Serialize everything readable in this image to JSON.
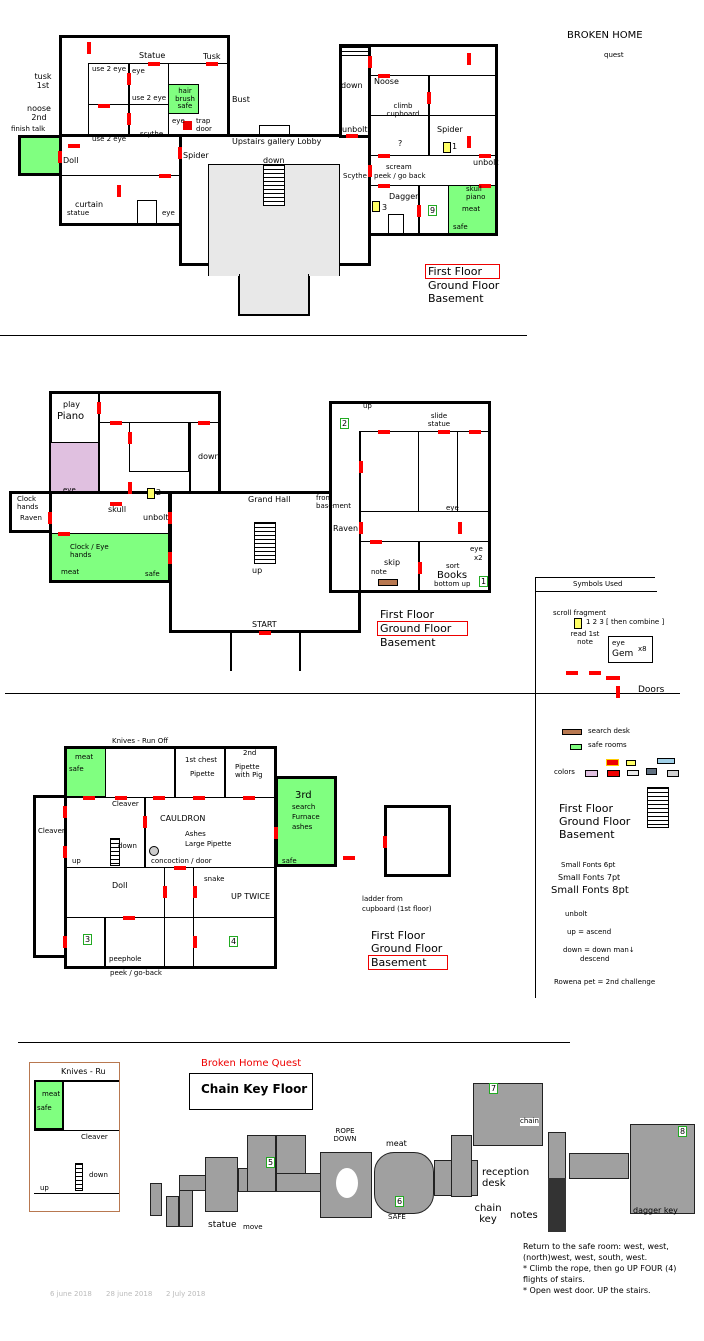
{
  "title": "BROKEN HOME",
  "subtitle": "quest",
  "floor_nav": {
    "first": "First Floor",
    "ground": "Ground Floor",
    "basement": "Basement"
  },
  "first": [
    "Statue",
    "Tusk",
    "use 2 eye",
    "eye",
    "use 2 eye",
    "use 2 eye",
    "scythe",
    "hair brush safe",
    "Bust",
    "eye",
    "trap door",
    "tusk 1st",
    "noose 2nd",
    "finish talk",
    "Doll",
    "Spider",
    "Upstairs  gallery  Lobby",
    "down",
    "curtain",
    "statue",
    "eye",
    "down",
    "Noose",
    "climb cupboard",
    "unbolt",
    "?",
    "Spider",
    "1",
    "unbolt",
    "scream",
    "peek / go back",
    "Scythe",
    "Dagger",
    "3",
    "9",
    "skull",
    "piano",
    "meat",
    "safe"
  ],
  "ground": [
    "play",
    "Piano",
    "down",
    "eye",
    "2",
    "Clock hands",
    "Raven",
    "skull",
    "unbolt",
    "Clock / Eye hands",
    "meat",
    "safe",
    "Grand Hall",
    "from basement",
    "up",
    "START",
    "up",
    "2",
    "slide statue",
    "eye",
    "Raven",
    "skip",
    "note",
    "eye",
    "x2",
    "sort",
    "Books",
    "bottom up",
    "1"
  ],
  "basement": [
    "Knives - Run Off",
    "meat",
    "safe",
    "1st chest",
    "Pipette",
    "2nd",
    "Pipette with Pig",
    "3rd",
    "search",
    "Furnace",
    "ashes",
    "safe",
    "Cleaver",
    "Cleaver",
    "CAULDRON",
    "Ashes",
    "Large Pipette",
    "down",
    "up",
    "concoction / door",
    "Doll",
    "snake",
    "UP  TWICE",
    "3",
    "4",
    "peephole",
    "peek / go-back",
    "ladder from",
    "cupboard  (1st floor)"
  ],
  "chain": {
    "quest_title": "Broken Home  Quest",
    "floor_title": "Chain Key Floor",
    "labels": [
      "Knives - Ru",
      "meat",
      "safe",
      "Cleaver",
      "down",
      "up",
      "statue",
      "move",
      "5",
      "ROPE DOWN",
      "meat",
      "6",
      "SAFE",
      "reception desk",
      "chain key",
      "notes",
      "7",
      "chain",
      "8",
      "dagger key"
    ],
    "notes": [
      "Return to the safe room: west, west, (north)west, west, south, west.",
      "* Climb the rope, then go UP FOUR (4) flights of stairs.",
      "* Open west door. UP the stairs."
    ],
    "dates": [
      "6  june  2018",
      "28 june 2018",
      "2 July 2018"
    ]
  },
  "legend": {
    "title": "Symbols  Used",
    "scroll": "scroll fragment",
    "scroll_nums": "1 2 3 [ then combine ]",
    "read": "read 1st note",
    "eye": "eye",
    "gem": "Gem",
    "x8": "x8",
    "doors": "Doors",
    "search": "search desk",
    "safe": "safe rooms",
    "colors": "colors",
    "f6": "Small Fonts 6pt",
    "f7": "Small Fonts 7pt",
    "f8": "Small Fonts  8pt",
    "unbolt": "unbolt",
    "up": "up = ascend",
    "down": "down = down man↓",
    "descend": "descend",
    "rowena": "Rowena pet = 2nd challenge"
  },
  "colors": {
    "door": "#ff0000",
    "safe": "#80ff80",
    "search": "#b87850",
    "scroll": "#ffff60"
  }
}
